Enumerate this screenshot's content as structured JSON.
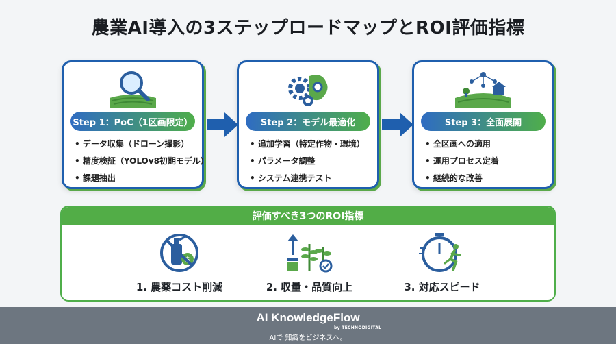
{
  "title": "農業AI導入の3ステップロードマップとROI評価指標",
  "steps": [
    {
      "label": "Step 1：PoC（1区画限定）",
      "items": [
        "データ収集（ドローン撮影）",
        "精度検証（YOLOv8初期モデル）",
        "課題抽出"
      ]
    },
    {
      "label": "Step 2：モデル最適化",
      "items": [
        "追加学習（特定作物・環境）",
        "パラメータ調整",
        "システム連携テスト"
      ]
    },
    {
      "label": "Step 3：全面展開",
      "items": [
        "全区画への適用",
        "運用プロセス定着",
        "継続的な改善"
      ]
    }
  ],
  "roi": {
    "header": "評価すべき3つのROI指標",
    "items": [
      {
        "label": "1. 農薬コスト削減",
        "icon": "no-pesticide-cost-icon"
      },
      {
        "label": "2. 収量・品質向上",
        "icon": "yield-growth-icon"
      },
      {
        "label": "3. 対応スピード",
        "icon": "stopwatch-runner-icon"
      }
    ]
  },
  "footer": {
    "brand": "AI KnowledgeFlow",
    "brand_sub": "by TECHNODIGITAL",
    "tagline": "AIで 知識をビジネスへ。"
  },
  "colors": {
    "blue": "#1f5fae",
    "green": "#52ad47",
    "footer": "#6d7680"
  }
}
